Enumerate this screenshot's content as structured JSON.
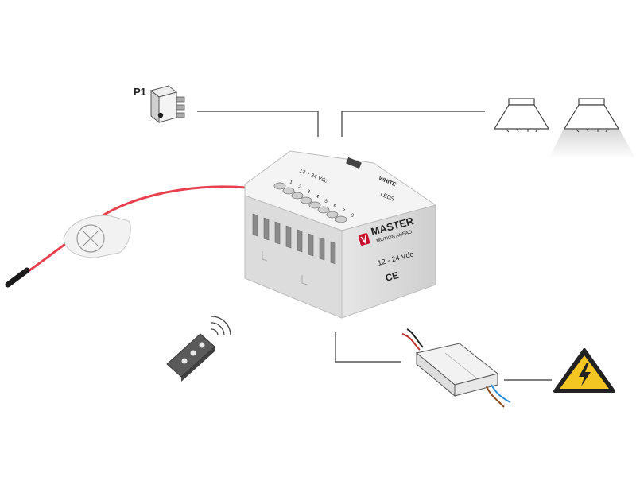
{
  "switch": {
    "label": "P1"
  },
  "module": {
    "brand_name": "MASTER",
    "brand_tagline": "MOTION AHEAD",
    "voltage_rating": "12 - 24 Vdc",
    "ce_mark": "CE",
    "top_voltage": "12 ÷ 24 Vdc",
    "top_channel": "WHITE",
    "top_output": "LEDS",
    "top_terminal_numbers": [
      "1",
      "2",
      "3",
      "4",
      "5",
      "6",
      "7",
      "8"
    ]
  },
  "icons": {
    "switch": "rocker-switch-icon",
    "lamp_off": "ceiling-lamp-icon",
    "lamp_on": "ceiling-lamp-lit-icon",
    "remote": "remote-control-icon",
    "psu": "led-driver-psu-icon",
    "mains": "high-voltage-warning-icon",
    "antenna": "antenna-wire-icon"
  },
  "colors": {
    "wire_lines": "#555555",
    "antenna_wire": "#e8404f",
    "warning_fill": "#f3c623",
    "brand_red": "#c8102e"
  }
}
